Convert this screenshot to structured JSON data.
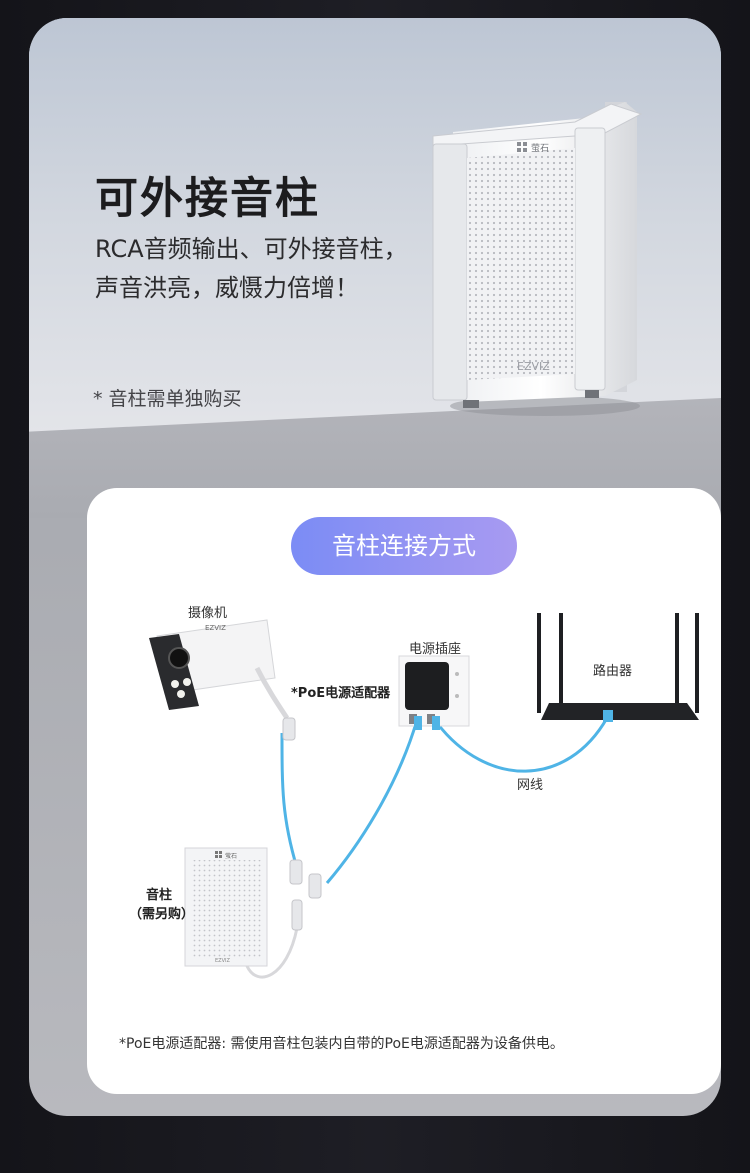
{
  "hero": {
    "title": "可外接音柱",
    "desc_line1": "RCA音频输出、可外接音柱，",
    "desc_line2": "声音洪亮，威慑力倍增！",
    "note": "* 音柱需单独购买",
    "speaker_brand_top": "萤石",
    "speaker_brand_bottom": "EZVIZ"
  },
  "diagram": {
    "pill_label": "音柱连接方式",
    "camera_label": "摄像机",
    "poe_label": "*PoE电源适配器",
    "outlet_label": "电源插座",
    "router_label": "路由器",
    "cable_label": "网线",
    "speaker_label_line1": "音柱",
    "speaker_label_line2": "（需另购）",
    "camera_brand": "EZVIZ",
    "speaker_brand": "萤石",
    "speaker_brand_bottom": "EZVIZ",
    "footnote": "*PoE电源适配器: 需使用音柱包装内自带的PoE电源适配器为设备供电。"
  },
  "colors": {
    "accent_gradient_start": "#7b8cf5",
    "accent_gradient_end": "#a89af1",
    "cable_blue": "#4fb4e6"
  }
}
